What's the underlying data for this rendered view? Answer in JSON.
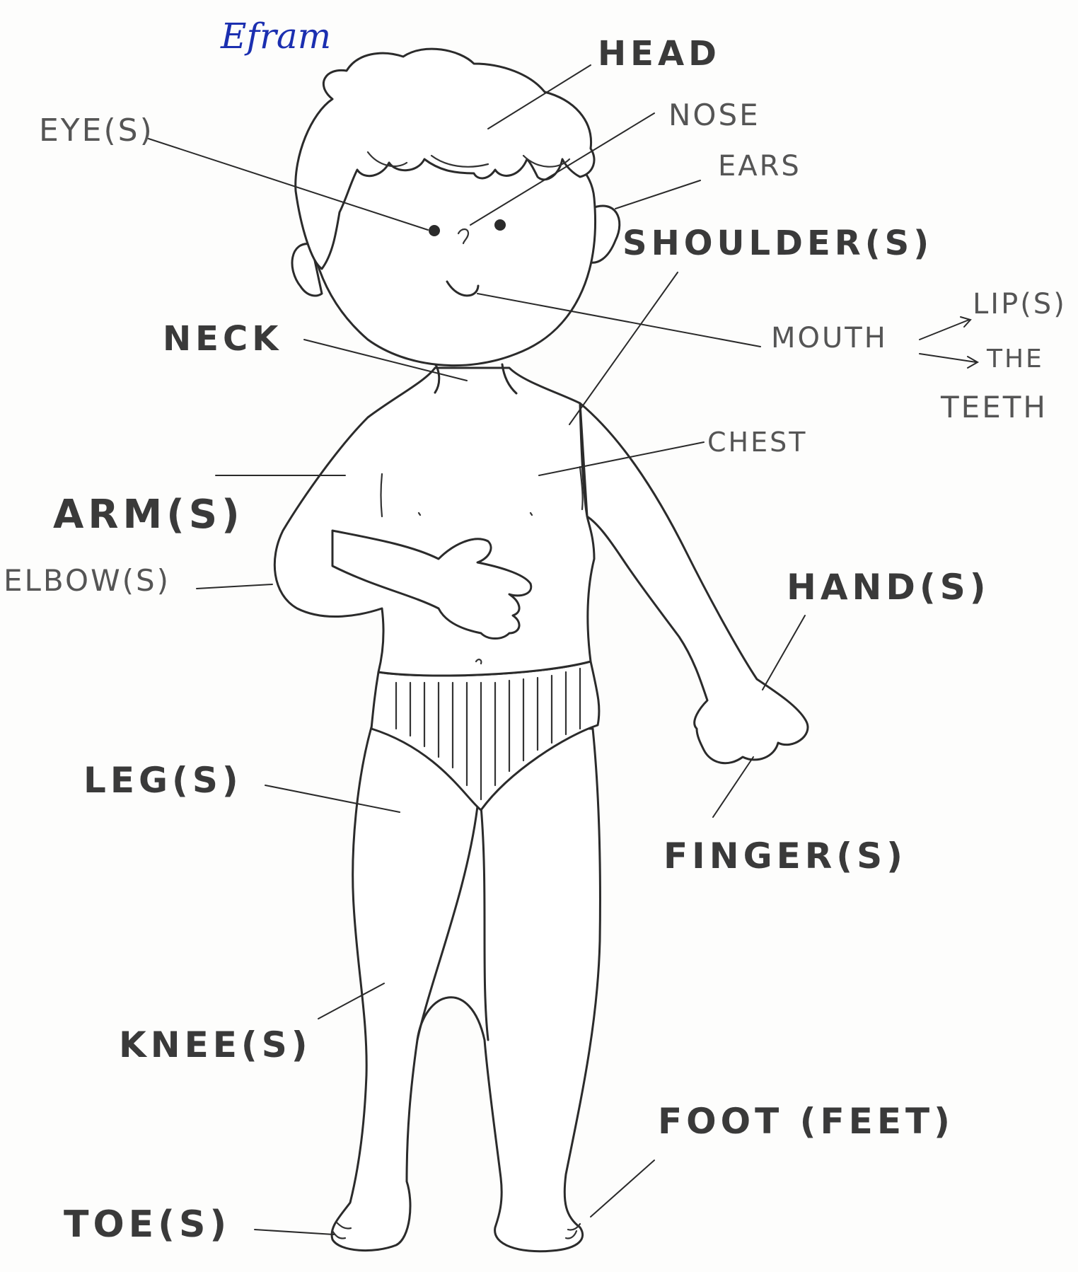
{
  "signature": "Efram",
  "labels": {
    "head": "HEAD",
    "nose": "NOSE",
    "eyes": "EYE(S)",
    "ears": "EARS",
    "shoulders": "SHOULDER(S)",
    "neck": "NECK",
    "mouth": "MOUTH",
    "lips": "LIP(S)",
    "the": "THE",
    "teeth": "TEETH",
    "chest": "CHEST",
    "arms": "ARM(S)",
    "elbows": "ELBOW(S)",
    "hands": "HAND(S)",
    "legs": "LEG(S)",
    "fingers": "FINGER(S)",
    "knees": "KNEE(S)",
    "foot": "FOOT (FEET)",
    "toes": "TOE(S)"
  }
}
